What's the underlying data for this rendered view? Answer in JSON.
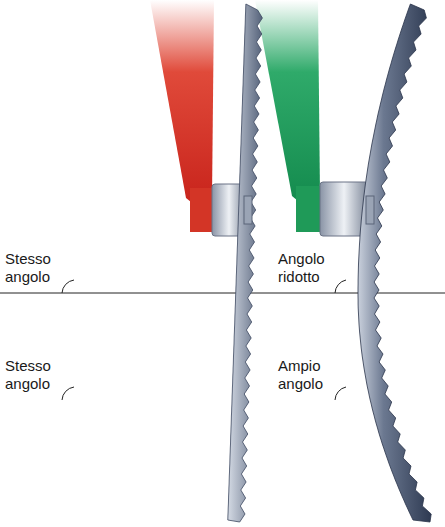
{
  "diagram": {
    "labels": [
      "Stesso angolo",
      "Angolo ridotto",
      "Stesso angolo",
      "Ampio angolo"
    ]
  }
}
